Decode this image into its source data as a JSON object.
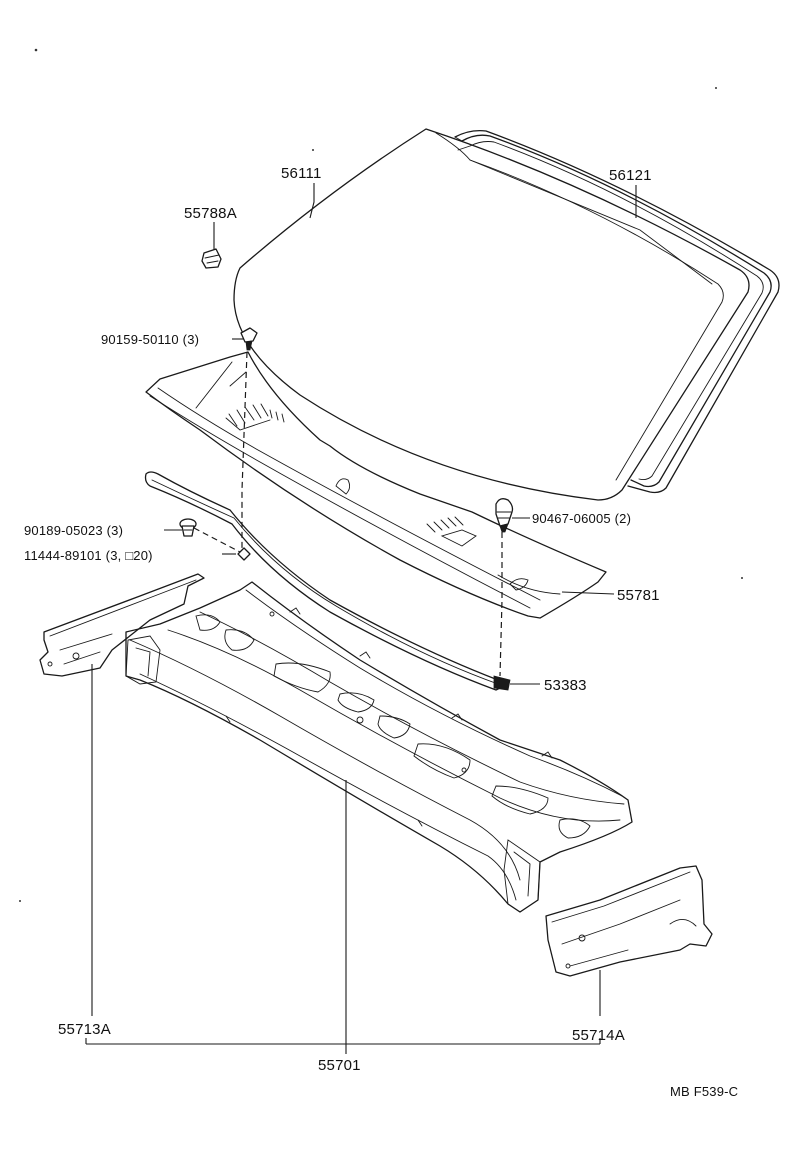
{
  "figure_code": "MB F539-C",
  "labels": {
    "windshield_glass": "56111",
    "windshield_molding": "56121",
    "clip_top": "55788A",
    "screw_top": "90159-50110 (3)",
    "screw_left": "90189-05023 (3)",
    "nut_left": "11444-89101 (3, □20)",
    "clip_right": "90467-06005 (2)",
    "cowl_louver": "55781",
    "seal": "53383",
    "cowl_panel": "55701",
    "side_left": "55713A",
    "side_right": "55714A"
  }
}
